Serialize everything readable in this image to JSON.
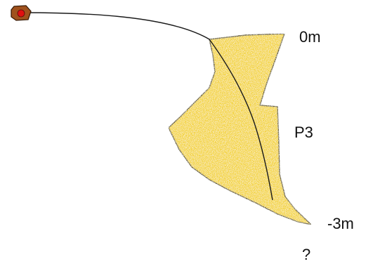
{
  "labels": {
    "depth_top": "0m",
    "passage_name": "P3",
    "depth_bottom": "-3m",
    "unknown": "?"
  },
  "colors": {
    "passage_fill": "#f2cf1f",
    "passage_outline": "#4a3a10",
    "line": "#1a1a1a",
    "reel_body": "#a0521d",
    "reel_dot": "#e01010"
  },
  "icons": {
    "reel": "line-reel-icon"
  }
}
